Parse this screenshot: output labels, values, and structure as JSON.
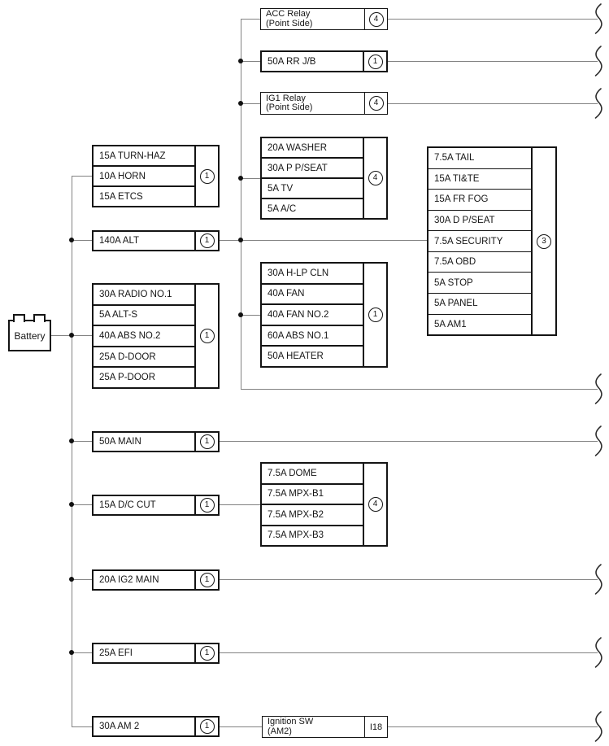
{
  "battery": {
    "label": "Battery"
  },
  "left": {
    "group1": {
      "rows": [
        "15A TURN-HAZ",
        "10A HORN",
        "15A ETCS"
      ],
      "tag": "1"
    },
    "alt": {
      "label": "140A ALT",
      "tag": "1"
    },
    "group2": {
      "rows": [
        "30A RADIO NO.1",
        "5A ALT-S",
        "40A ABS NO.2",
        "25A D-DOOR",
        "25A P-DOOR"
      ],
      "tag": "1"
    },
    "main": {
      "label": "50A MAIN",
      "tag": "1"
    },
    "dc_cut": {
      "label": "15A D/C CUT",
      "tag": "1"
    },
    "ig2_main": {
      "label": "20A IG2 MAIN",
      "tag": "1"
    },
    "efi": {
      "label": "25A EFI",
      "tag": "1"
    },
    "am2": {
      "label": "30A AM 2",
      "tag": "1"
    }
  },
  "middle": {
    "acc_relay": {
      "line1": "ACC Relay",
      "line2": "(Point Side)",
      "tag": "4"
    },
    "rr_jb": {
      "label": "50A RR J/B",
      "tag": "1"
    },
    "ig1_relay": {
      "line1": "IG1 Relay",
      "line2": "(Point Side)",
      "tag": "4"
    },
    "washer_group": {
      "rows": [
        "20A WASHER",
        "30A P P/SEAT",
        "5A TV",
        "5A A/C"
      ],
      "tag": "4"
    },
    "fan_group": {
      "rows": [
        "30A H-LP CLN",
        "40A FAN",
        "40A FAN NO.2",
        "60A ABS NO.1",
        "50A HEATER"
      ],
      "tag": "1"
    },
    "dome_group": {
      "rows": [
        "7.5A DOME",
        "7.5A MPX-B1",
        "7.5A MPX-B2",
        "7.5A MPX-B3"
      ],
      "tag": "4"
    },
    "ignition_sw": {
      "line1": "Ignition SW",
      "line2": "(AM2)",
      "connector": "I18"
    }
  },
  "right": {
    "jb_group": {
      "rows": [
        "7.5A TAIL",
        "15A TI&TE",
        "15A FR FOG",
        "30A D P/SEAT",
        "7.5A SECURITY",
        "7.5A OBD",
        "5A STOP",
        "5A PANEL",
        "5A AM1"
      ],
      "tag": "3"
    }
  },
  "colors": {
    "wire": "#828282",
    "border": "#141414",
    "background": "#ffffff"
  }
}
